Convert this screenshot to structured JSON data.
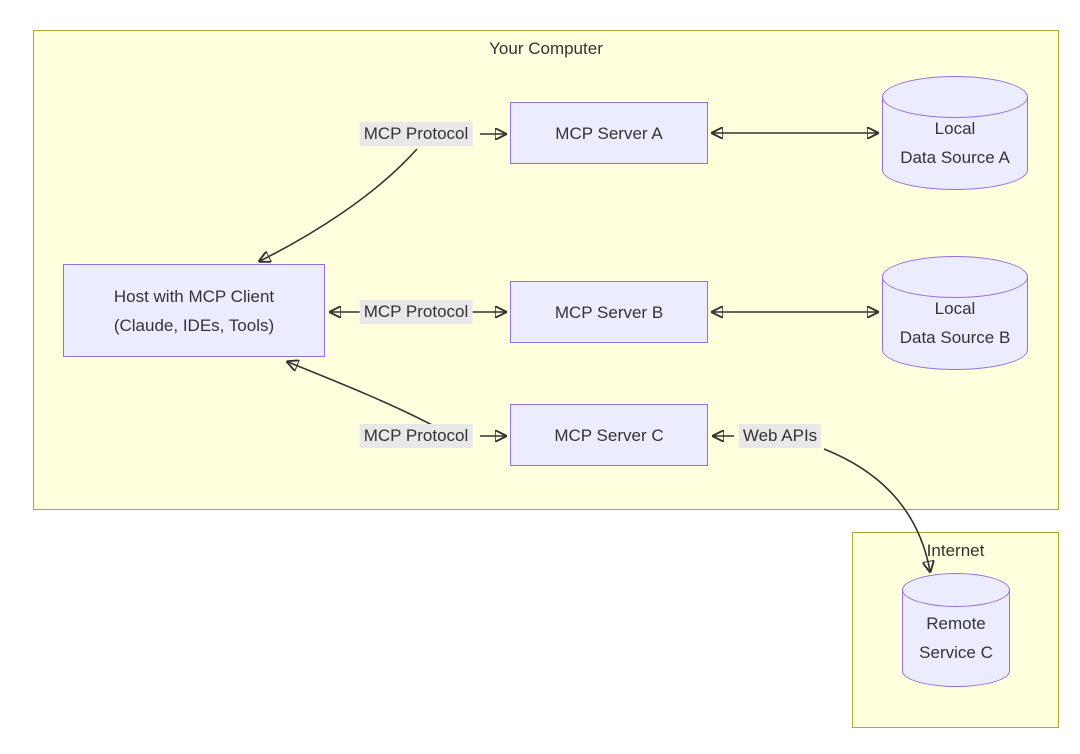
{
  "colors": {
    "canvas_bg": "#ffffff",
    "group_fill": "#ffffde",
    "group_border": "#aaaa33",
    "node_fill": "#ececff",
    "node_border": "#9370db",
    "edge_label_bg": "#e8e8e8",
    "text": "#333333",
    "arrow": "#333333"
  },
  "groups": {
    "your_computer": {
      "label": "Your Computer"
    },
    "internet": {
      "label": "Internet"
    }
  },
  "nodes": {
    "host": {
      "line1": "Host with MCP Client",
      "line2": "(Claude, IDEs, Tools)"
    },
    "server_a": {
      "label": "MCP Server A"
    },
    "server_b": {
      "label": "MCP Server B"
    },
    "server_c": {
      "label": "MCP Server C"
    },
    "data_source_a": {
      "line1": "Local",
      "line2": "Data Source A"
    },
    "data_source_b": {
      "line1": "Local",
      "line2": "Data Source B"
    },
    "remote_service_c": {
      "line1": "Remote",
      "line2": "Service C"
    }
  },
  "edge_labels": {
    "mcp_protocol_a": "MCP Protocol",
    "mcp_protocol_b": "MCP Protocol",
    "mcp_protocol_c": "MCP Protocol",
    "web_apis": "Web APIs"
  }
}
